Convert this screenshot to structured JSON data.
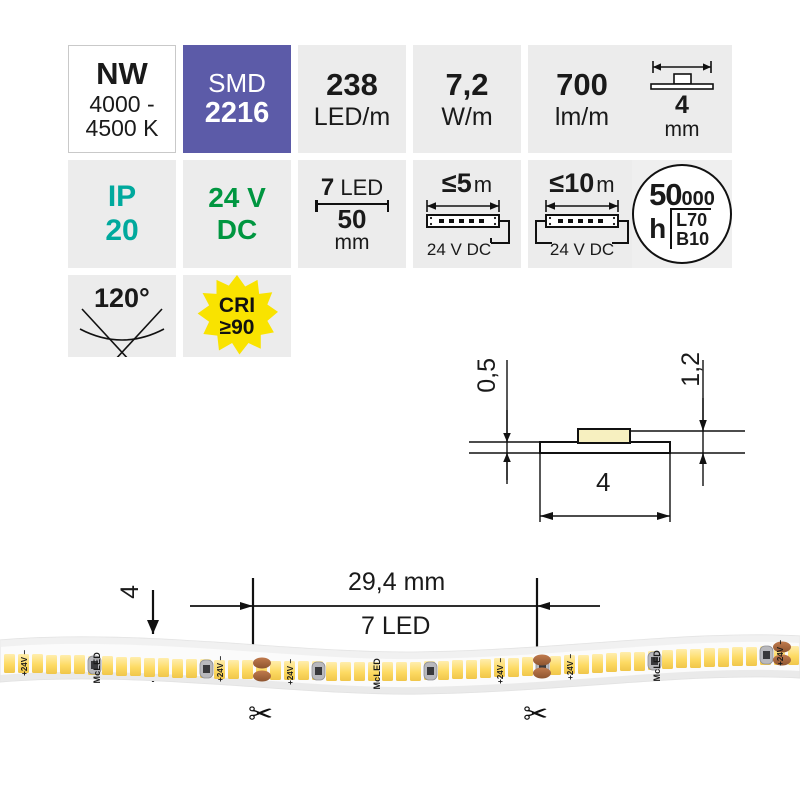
{
  "spec_tiles": {
    "cct": {
      "code": "NW",
      "range_line1": "4000 -",
      "range_line2": "4500 K"
    },
    "smd": {
      "label": "SMD",
      "type": "2216"
    },
    "density": {
      "value": "238",
      "unit": "LED/m"
    },
    "power": {
      "value": "7,2",
      "unit": "W/m"
    },
    "flux": {
      "value": "700",
      "unit": "lm/m"
    },
    "width": {
      "value": "4",
      "unit": "mm",
      "icon": "strip-width-icon"
    },
    "ip": {
      "label": "IP",
      "value": "20",
      "color": "#00a99d"
    },
    "voltage": {
      "value": "24 V",
      "type": "DC",
      "color": "#009640"
    },
    "cut_unit": {
      "leds": "7",
      "leds_label": "LED",
      "length": "50",
      "unit": "mm"
    },
    "max_run_single": {
      "limit": "≤5",
      "unit": "m",
      "supply": "24 V DC",
      "icon": "single-feed-icon"
    },
    "max_run_double": {
      "limit": "≤10",
      "unit": "m",
      "supply": "24 V DC",
      "icon": "double-feed-icon"
    },
    "lifetime": {
      "hours_main": "50",
      "hours_thousands": "000",
      "hours_unit": "h",
      "l_rating": "L70",
      "b_rating": "B10"
    },
    "beam_angle": {
      "value": "120°",
      "icon": "beam-angle-icon"
    },
    "cri": {
      "label": "CRI",
      "value": "≥90",
      "badge_color": "#f9e300"
    }
  },
  "cross_section": {
    "pcb_thickness": "0,5",
    "total_height": "1,2",
    "width": "4",
    "led_color": "#f7f0c0"
  },
  "strip_photo": {
    "pitch_dim": "29,4 mm",
    "pitch_leds": "7 LED",
    "width_dim": "4",
    "brand_text": "McLED",
    "polarity_text": "+24V −",
    "cut_icon": "scissors-icon",
    "pcb_color": "#ffffff",
    "led_color": "#fdda63",
    "pad_color": "#a9683f"
  }
}
